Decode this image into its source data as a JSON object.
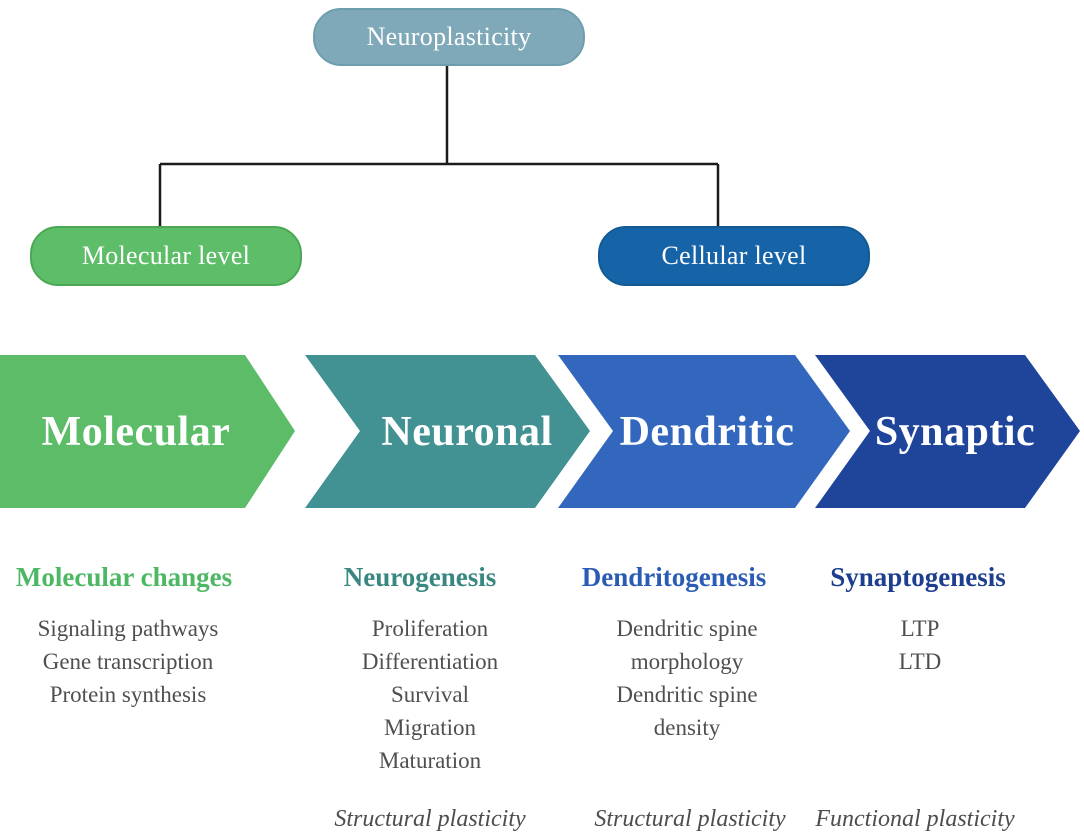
{
  "palette": {
    "root_fill": "#7fa9b8",
    "molecular_level_fill": "#5dbd68",
    "cellular_level_fill": "#1763a8",
    "arrow_molecular_fill": "#5cbc68",
    "arrow_neuronal_fill": "#429193",
    "arrow_dendritic_fill": "#3367bd",
    "arrow_synaptic_fill": "#1f459b",
    "heading_molecular_changes": "#4db863",
    "heading_neurogenesis": "#388781",
    "heading_dendritogenesis": "#2b5cb5",
    "heading_synaptogenesis": "#1e3f8f",
    "body_text": "#4f4f4f",
    "connector_line": "#1b1b1b"
  },
  "tree": {
    "root": {
      "label": "Neuroplasticity"
    },
    "children": [
      {
        "label": "Molecular level"
      },
      {
        "label": "Cellular level"
      }
    ]
  },
  "arrows": [
    {
      "label": "Molecular"
    },
    {
      "label": "Neuronal"
    },
    {
      "label": "Dendritic"
    },
    {
      "label": "Synaptic"
    }
  ],
  "columns": [
    {
      "heading": "Molecular changes",
      "items": [
        "Signaling pathways",
        "Gene transcription",
        "Protein synthesis"
      ],
      "footer": ""
    },
    {
      "heading": "Neurogenesis",
      "items": [
        "Proliferation",
        "Differentiation",
        "Survival",
        "Migration",
        "Maturation"
      ],
      "footer": "Structural plasticity"
    },
    {
      "heading": "Dendritogenesis",
      "items": [
        "Dendritic spine morphology",
        "Dendritic spine density"
      ],
      "footer": "Structural plasticity"
    },
    {
      "heading": "Synaptogenesis",
      "items": [
        "LTP",
        "LTD"
      ],
      "footer": "Functional plasticity"
    }
  ]
}
